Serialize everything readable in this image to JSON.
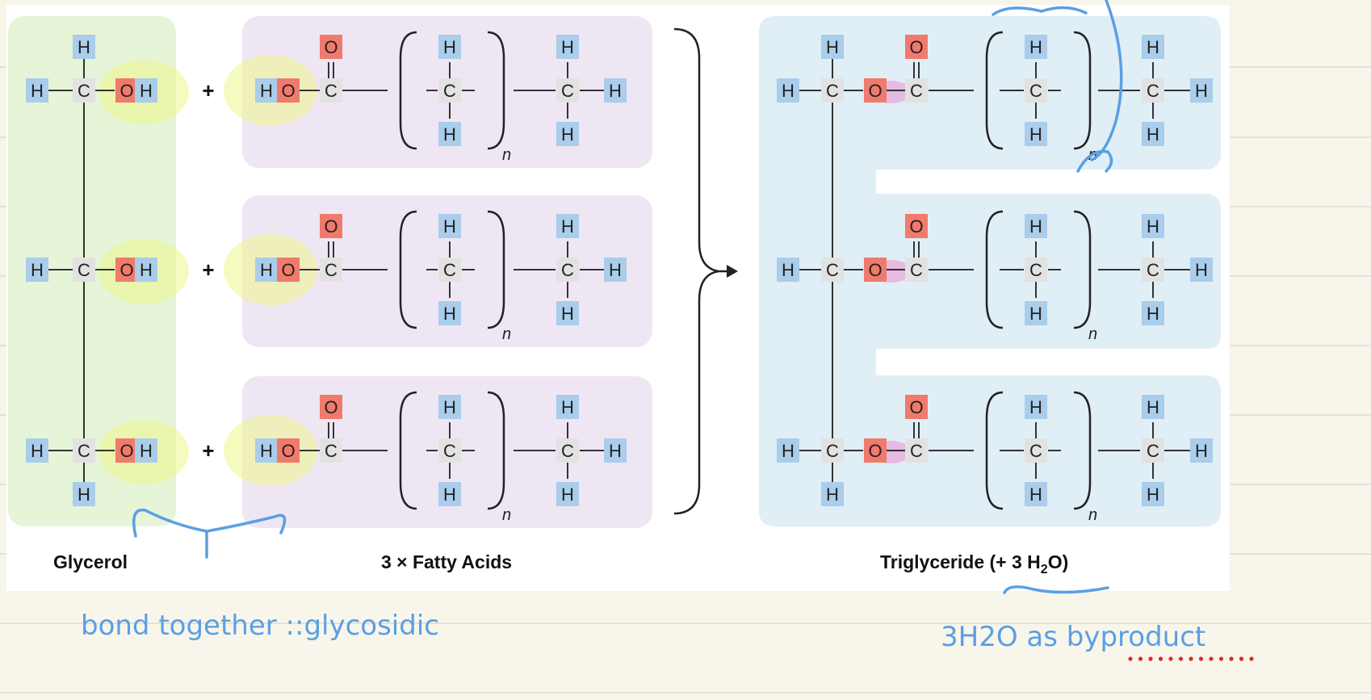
{
  "labels": {
    "glycerol": "Glycerol",
    "fatty_acids": "3 × Fatty Acids",
    "triglyceride_prefix": "Triglyceride (+ 3 H",
    "triglyceride_sub": "2",
    "triglyceride_suffix": "O)"
  },
  "atoms": {
    "H": "H",
    "C": "C",
    "O": "O"
  },
  "plus": "+",
  "repeat_subscript": "n",
  "handwritten": {
    "left_note": "bond together ::glycosidic",
    "right_note_prefix": "3H2O as ",
    "right_note_word": "byproduct"
  },
  "colors": {
    "paper": "#f8f6eb",
    "ruled_line": "#dcdcd4",
    "glycerol_panel": "#e6f4d8",
    "fatty_acid_panel": "#efe6f3",
    "triglyceride_panel": "#e0eef6",
    "h_box": "#a9cdea",
    "c_box": "#e2e2e2",
    "o_box": "#f07a6c",
    "highlight_yellow": "#ecf58a",
    "highlight_pink": "#e89ad6",
    "ink_blue": "#5b9fe3",
    "ink_red": "#e02828"
  }
}
